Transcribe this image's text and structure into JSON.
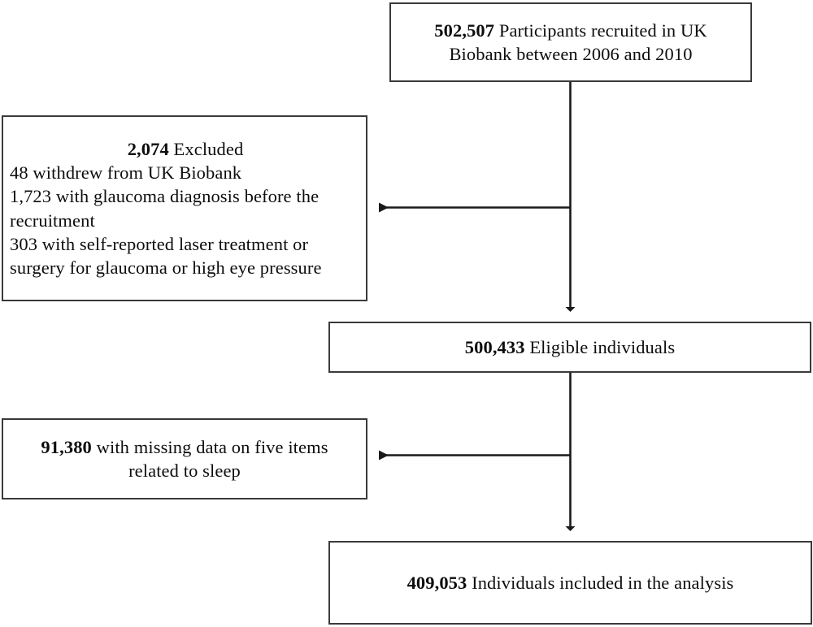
{
  "diagram": {
    "title": "UK Biobank study participant flow diagram",
    "type": "flowchart",
    "line_color": "#3a3a3a",
    "text_color": "#0d0d0d",
    "background": "#ffffff",
    "boxes": {
      "recruited": {
        "number": "502,507",
        "text": " Participants recruited in  UK Biobank between 2006 and 2010",
        "align": "center"
      },
      "excluded": {
        "number": "2,074",
        "heading_text": " Excluded",
        "lines": [
          "48  withdrew from UK Biobank",
          "1,723 with glaucoma diagnosis before the recruitment",
          "303 with self-reported  laser treatment or surgery for glaucoma or high eye pressure"
        ],
        "align": "left"
      },
      "eligible": {
        "number": "500,433",
        "text": " Eligible individuals",
        "align": "center"
      },
      "missing": {
        "number": "91,380",
        "text": " with missing data on five items related to sleep",
        "align": "center"
      },
      "analysis": {
        "number": "409,053",
        "text": " Individuals included in the analysis",
        "align": "center"
      }
    },
    "connectors": [
      {
        "name": "recruited-to-eligible-trunk",
        "from": "recruited",
        "to": "eligible",
        "direction": "down"
      },
      {
        "name": "branch-to-excluded",
        "from": "trunk",
        "to": "excluded",
        "direction": "left"
      },
      {
        "name": "eligible-to-analysis-trunk",
        "from": "eligible",
        "to": "analysis",
        "direction": "down"
      },
      {
        "name": "branch-to-missing",
        "from": "trunk",
        "to": "missing",
        "direction": "left"
      }
    ]
  }
}
